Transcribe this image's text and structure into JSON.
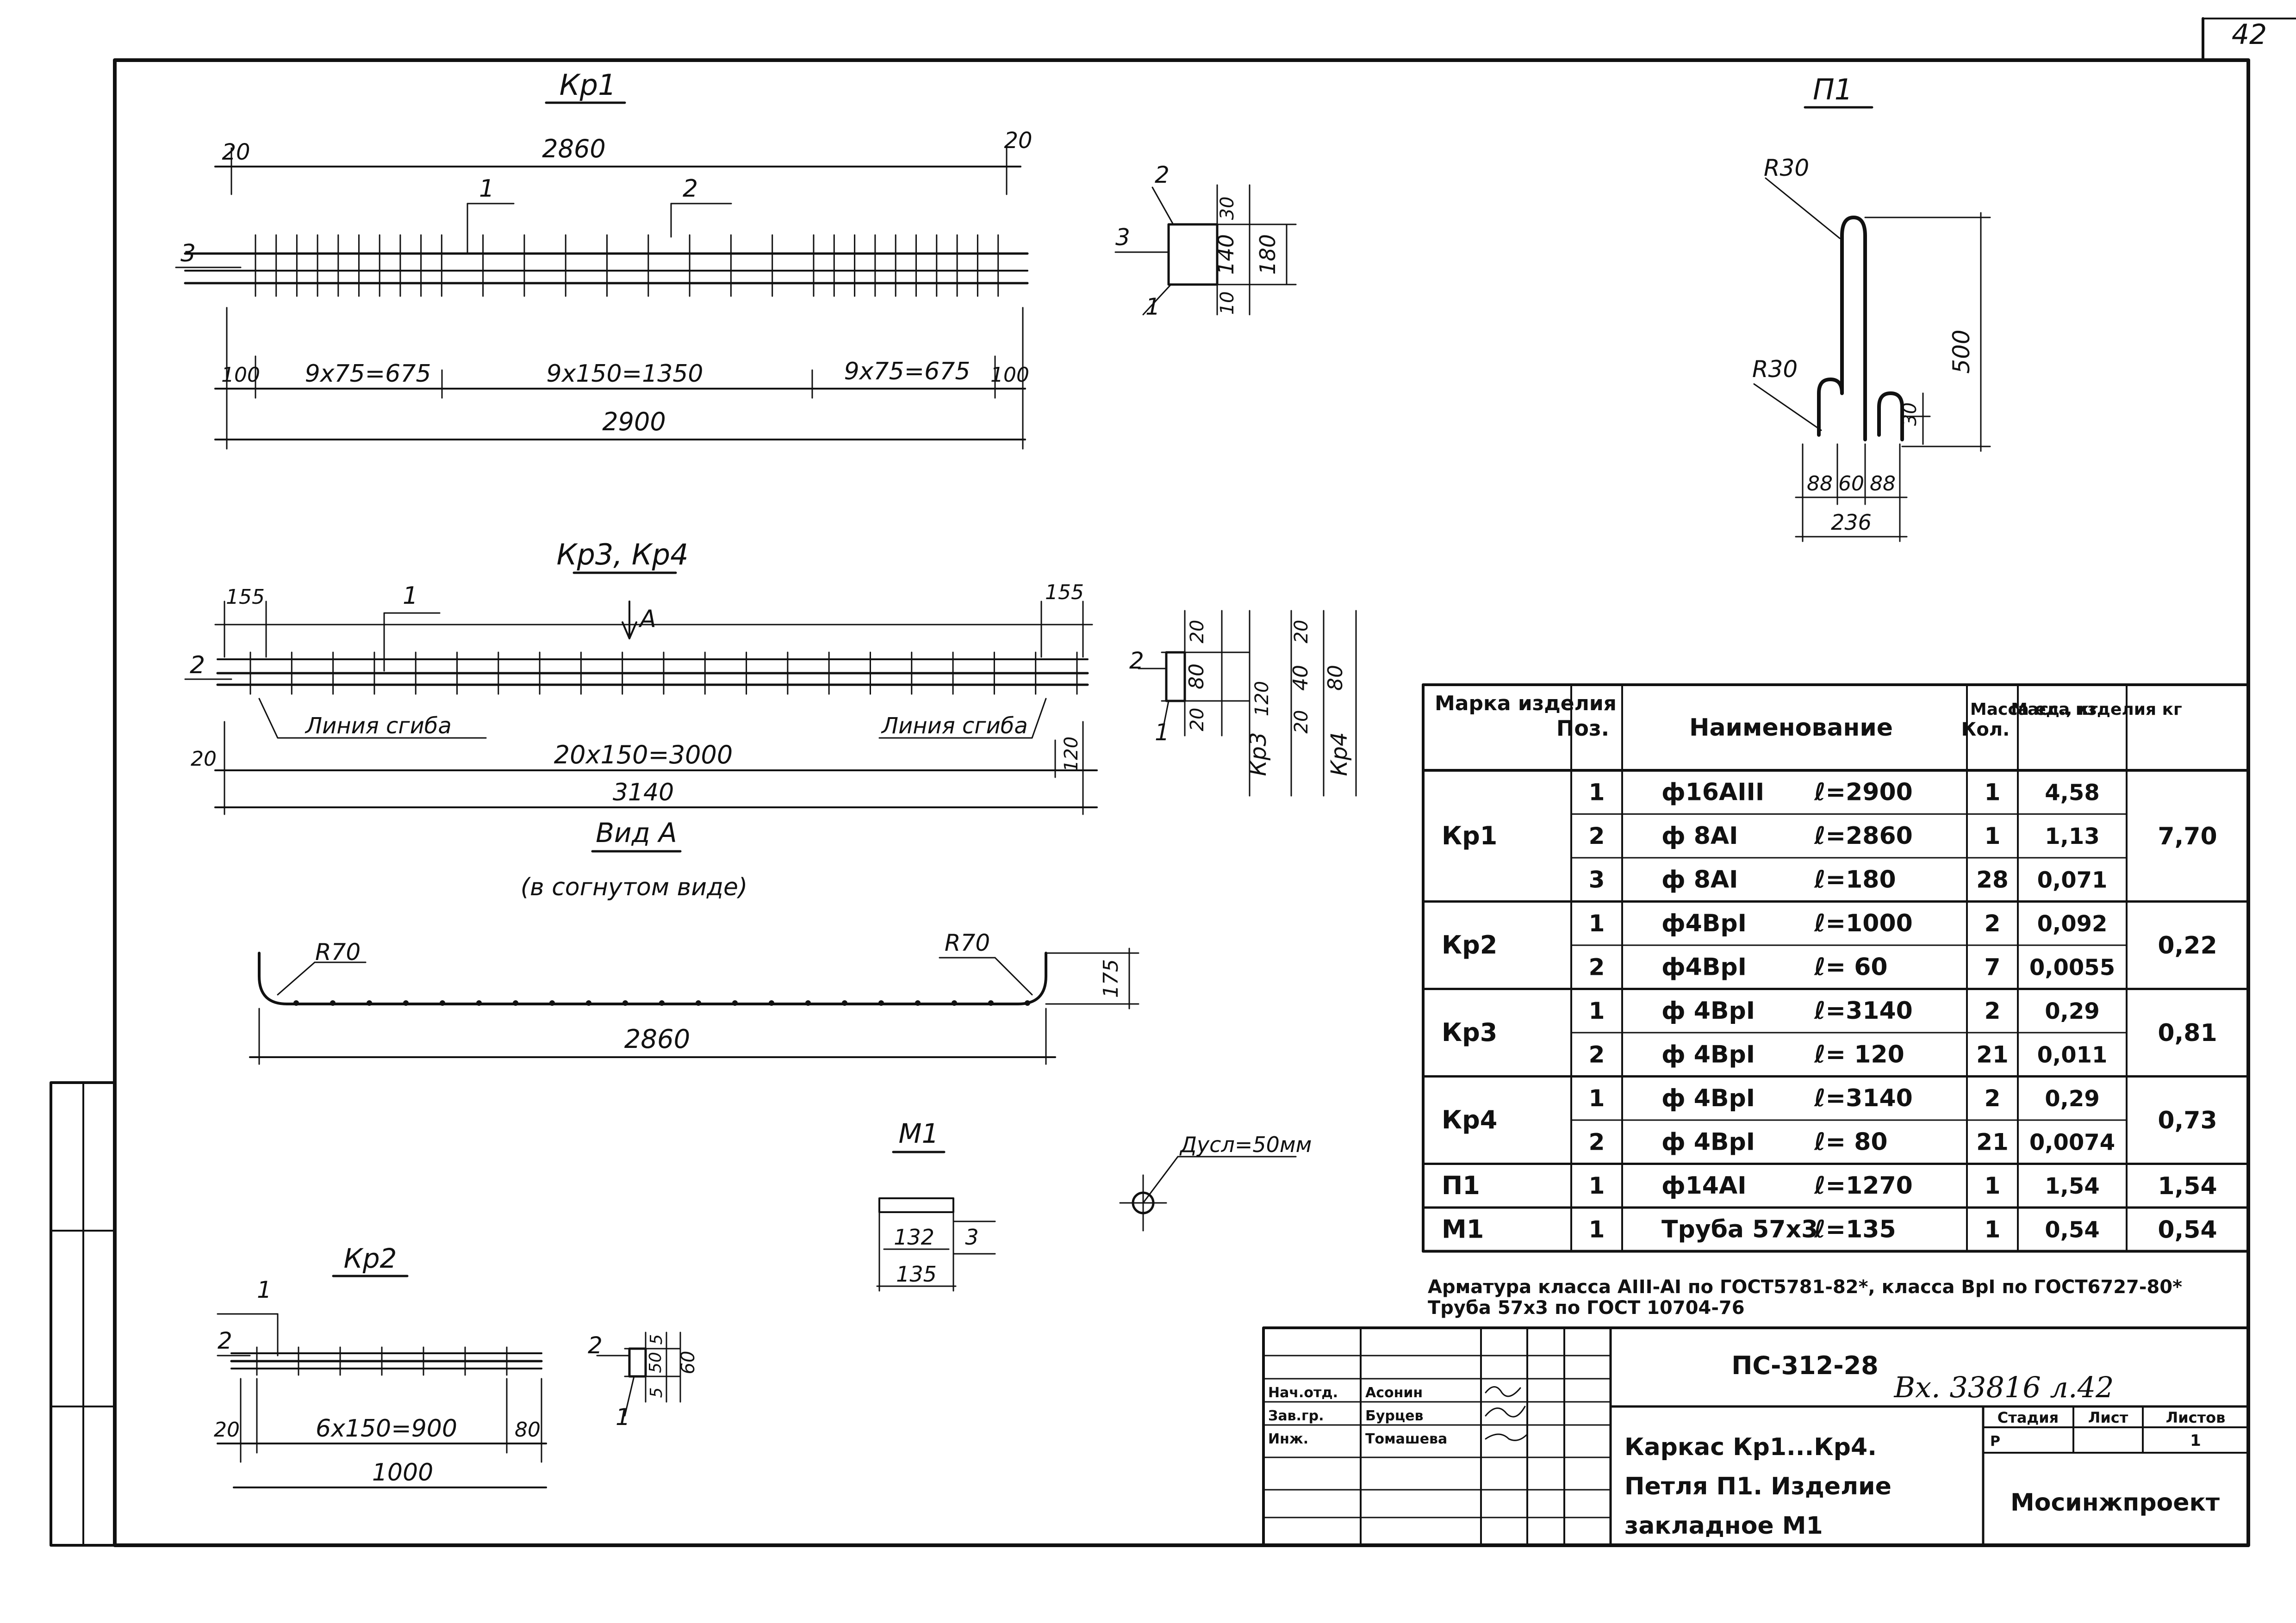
{
  "page_number": "42",
  "kr1": {
    "title": "Кр1",
    "dim_left": "20",
    "dim_right": "20",
    "dim_top": "2860",
    "pos1": "1",
    "pos2": "2",
    "pos3": "3",
    "seg1": "9х75=675",
    "seg2": "9х150=1350",
    "seg3": "9х75=675",
    "end_left": "100",
    "end_right": "100",
    "total": "2900"
  },
  "kr1_section": {
    "pos2": "2",
    "pos3": "3",
    "pos1": "1",
    "d30": "30",
    "d140": "140",
    "d180": "180",
    "d10": "10"
  },
  "p1": {
    "title": "П1",
    "r_top": "R30",
    "r_bot": "R30",
    "height": "500",
    "hook": "30",
    "w1": "88",
    "w2": "60",
    "w3": "88",
    "total": "236"
  },
  "kr34": {
    "title": "Кр3, Кр4",
    "arrow": "А",
    "pos1": "1",
    "pos2": "2",
    "end_left": "155",
    "end_right": "155",
    "bend_left": "Линия сгиба",
    "bend_right": "Линия сгиба",
    "d20": "20",
    "d120": "120",
    "mid": "20х150=3000",
    "total": "3140"
  },
  "kr34_section": {
    "pos2": "2",
    "pos1": "1",
    "a20": "20",
    "a80": "80",
    "a20b": "20",
    "kr3": "Кр3",
    "b20": "20",
    "b120": "120",
    "b40": "40",
    "b20b": "20",
    "b80": "80",
    "kr4": "Кр4"
  },
  "view_a": {
    "title": "Вид А",
    "subtitle": "(в согнутом виде)",
    "r_left": "R70",
    "r_right": "R70",
    "height": "175",
    "length": "2860"
  },
  "kr2": {
    "title": "Кр2",
    "pos1": "1",
    "pos2": "2",
    "end_left": "20",
    "mid": "6х150=900",
    "end_right": "80",
    "total": "1000"
  },
  "kr2_section": {
    "pos2": "2",
    "pos1": "1",
    "d5a": "5",
    "d50": "50",
    "d60": "60",
    "d5b": "5"
  },
  "m1": {
    "title": "М1",
    "d132": "132",
    "d3": "3",
    "d135": "135"
  },
  "hole": {
    "label": "Дусл=50мм"
  },
  "spec": {
    "headers": [
      "Марка изделия",
      "Поз.",
      "Наименование",
      "Кол.",
      "Масса ед., кг",
      "Масса изделия кг"
    ],
    "groups": [
      {
        "mark": "Кр1",
        "mass_total": "7,70",
        "rows": [
          {
            "pos": "1",
            "name": "ф16АIII",
            "len": "ℓ=2900",
            "qty": "1",
            "mass": "4,58"
          },
          {
            "pos": "2",
            "name": "ф 8АI",
            "len": "ℓ=2860",
            "qty": "1",
            "mass": "1,13"
          },
          {
            "pos": "3",
            "name": "ф 8АI",
            "len": "ℓ=180",
            "qty": "28",
            "mass": "0,071"
          }
        ]
      },
      {
        "mark": "Кр2",
        "mass_total": "0,22",
        "rows": [
          {
            "pos": "1",
            "name": "ф4ВрI",
            "len": "ℓ=1000",
            "qty": "2",
            "mass": "0,092"
          },
          {
            "pos": "2",
            "name": "ф4ВрI",
            "len": "ℓ= 60",
            "qty": "7",
            "mass": "0,0055"
          }
        ]
      },
      {
        "mark": "Кр3",
        "mass_total": "0,81",
        "rows": [
          {
            "pos": "1",
            "name": "ф 4ВрI",
            "len": "ℓ=3140",
            "qty": "2",
            "mass": "0,29"
          },
          {
            "pos": "2",
            "name": "ф 4ВрI",
            "len": "ℓ= 120",
            "qty": "21",
            "mass": "0,011"
          }
        ]
      },
      {
        "mark": "Кр4",
        "mass_total": "0,73",
        "rows": [
          {
            "pos": "1",
            "name": "ф 4ВрI",
            "len": "ℓ=3140",
            "qty": "2",
            "mass": "0,29"
          },
          {
            "pos": "2",
            "name": "ф 4ВрI",
            "len": "ℓ= 80",
            "qty": "21",
            "mass": "0,0074"
          }
        ]
      },
      {
        "mark": "П1",
        "mass_total": "1,54",
        "rows": [
          {
            "pos": "1",
            "name": "ф14АI",
            "len": "ℓ=1270",
            "qty": "1",
            "mass": "1,54"
          }
        ]
      },
      {
        "mark": "М1",
        "mass_total": "0,54",
        "rows": [
          {
            "pos": "1",
            "name": "Труба 57х3",
            "len": "ℓ=135",
            "qty": "1",
            "mass": "0,54"
          }
        ]
      }
    ],
    "note1": "Арматура класса АIII-АI по ГОСТ5781-82*, класса ВрI по ГОСТ6727-80*",
    "note2": "Труба 57х3  по ГОСТ 10704-76"
  },
  "title_block": {
    "code": "ПС-312-28",
    "inventory": "Вх. 33816 л.42",
    "roles": [
      "Нач.отд.",
      "Зав.гр.",
      "Инж."
    ],
    "names": [
      "Асонин",
      "Бурцев",
      "Томашева"
    ],
    "title_lines": [
      "Каркас Кр1...Кр4.",
      "Петля П1. Изделие",
      "закладное М1"
    ],
    "stage_label": "Стадия",
    "sheet_label": "Лист",
    "sheets_label": "Листов",
    "stage": "Р",
    "sheets": "1",
    "org": "Мосинжпроект"
  }
}
